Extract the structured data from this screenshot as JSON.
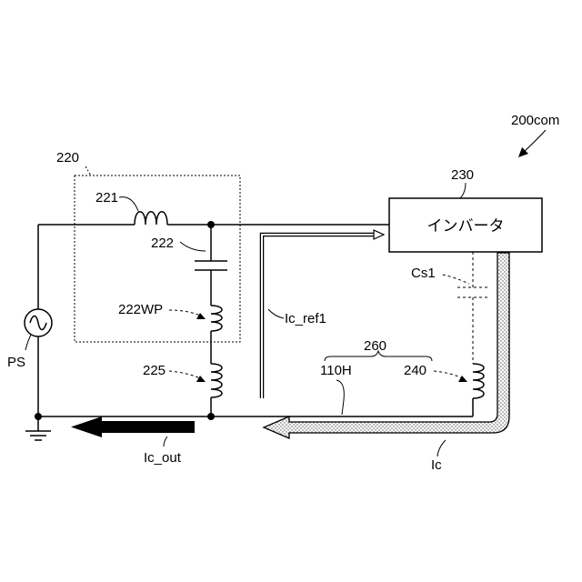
{
  "figure": {
    "label_200com": "200com",
    "label_220": "220",
    "label_221": "221",
    "label_222": "222",
    "label_222WP": "222WP",
    "label_225": "225",
    "label_230": "230",
    "inverter_text": "インバータ",
    "label_Cs1": "Cs1",
    "label_Ic_ref1": "Ic_ref1",
    "label_260": "260",
    "label_110H": "110H",
    "label_240": "240",
    "label_PS": "PS",
    "label_Ic_out": "Ic_out",
    "label_Ic": "Ic"
  },
  "icons": {
    "ac_source": "ac-source-icon",
    "ground": "ground-icon"
  },
  "colors": {
    "line": "#000000",
    "background": "#ffffff",
    "current_arrow_fill": "#e6e6e6"
  }
}
